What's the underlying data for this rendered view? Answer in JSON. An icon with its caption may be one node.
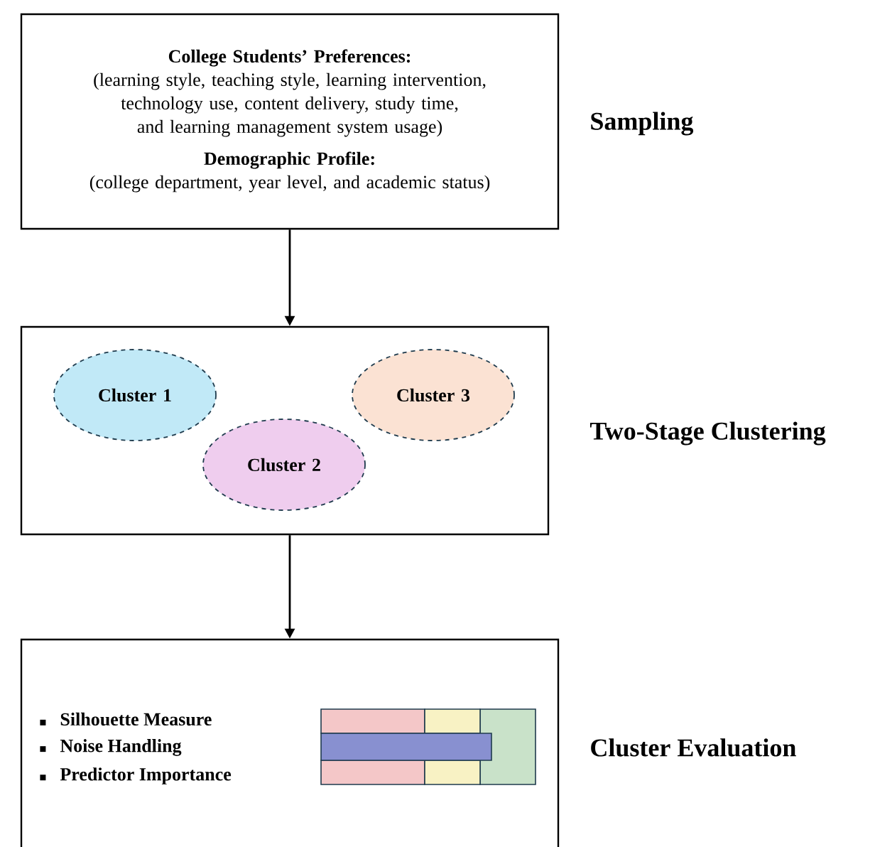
{
  "diagram": {
    "nodes": [
      {
        "text": [
          "College Students’ Preferences:",
          "(learning style, teaching style, learning intervention, technology use, content delivery, study time, and learning management system usage)",
          "Demographic Profile:",
          "(college department, year level, and academic status)"
        ],
        "beside": [
          "Sampling"
        ]
      },
      {
        "text": [],
        "shape": "box",
        "beside": [
          "Two-Stage Clustering"
        ]
      },
      {
        "text": [
          "Cluster 1"
        ],
        "in": 1
      },
      {
        "text": [
          "Cluster 2"
        ],
        "in": 1
      },
      {
        "text": [
          "Cluster 3"
        ],
        "in": 1
      },
      {
        "text": [
          "Silhouette Measure",
          "Noise Handling",
          "Predictor Importance"
        ],
        "beside": [
          "Cluster Evaluation"
        ]
      }
    ],
    "edges": [
      {
        "from": 0,
        "to": 1,
        "arrow": "to"
      },
      {
        "from": 1,
        "to": 5,
        "arrow": "to"
      }
    ]
  }
}
